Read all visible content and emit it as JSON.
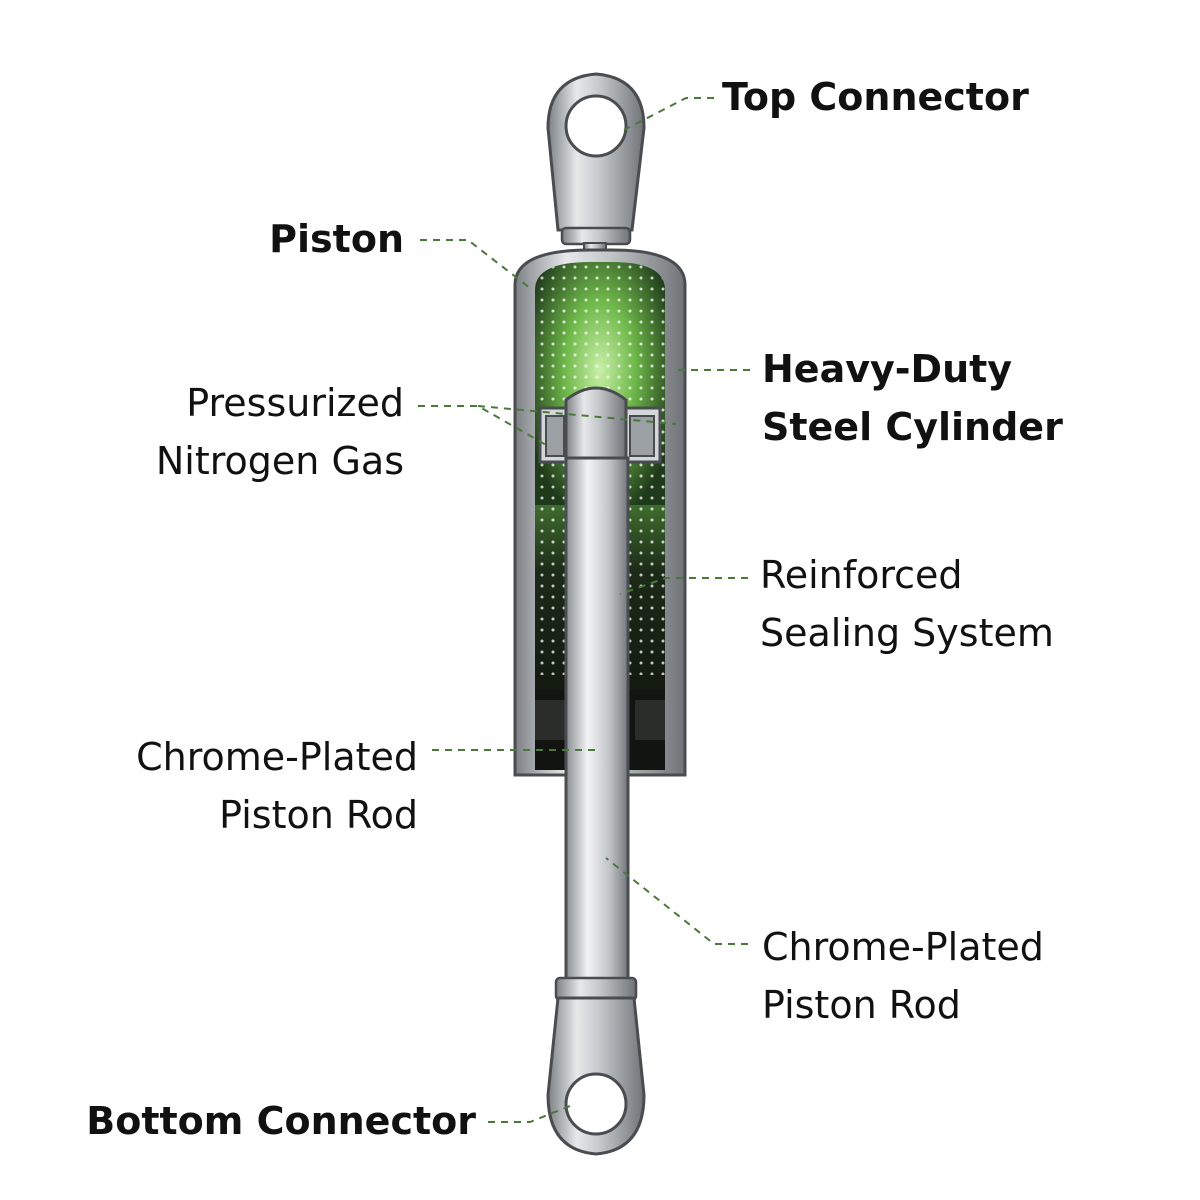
{
  "labels": {
    "top_connector": [
      "Top Connector"
    ],
    "piston": [
      "Piston"
    ],
    "gas": [
      "Pressurized",
      "Nitrogen Gas"
    ],
    "cylinder": [
      "Heavy-Duty",
      "Steel Cylinder"
    ],
    "seal": [
      "Reinforced",
      "Sealing System"
    ],
    "rod_left": [
      "Chrome-Plated",
      "Piston Rod"
    ],
    "rod_right": [
      "Chrome-Plated",
      "Piston Rod"
    ],
    "bottom_connector": [
      "Bottom Connector"
    ]
  },
  "colors": {
    "leader": "#4a7a3a",
    "gas_green": "#7ec85a",
    "metal": "#b9bcbf",
    "dark": "#1e221d"
  }
}
